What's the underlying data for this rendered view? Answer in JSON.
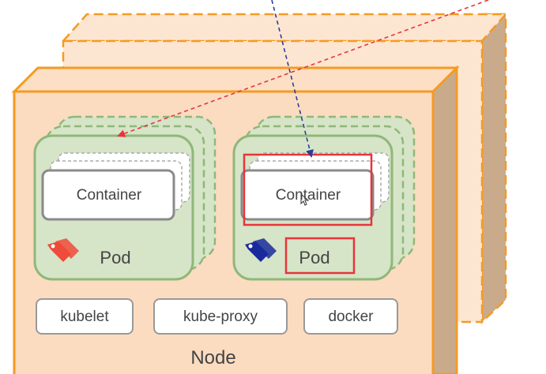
{
  "node": {
    "label": "Node"
  },
  "pods": [
    {
      "label": "Pod",
      "container_label": "Container",
      "tag_color": "#ee4b3a"
    },
    {
      "label": "Pod",
      "container_label": "Container",
      "tag_color": "#1a2a9c"
    }
  ],
  "services": [
    {
      "label": "kubelet"
    },
    {
      "label": "kube-proxy"
    },
    {
      "label": "docker"
    }
  ],
  "colors": {
    "node_fill": "#fbdcc0",
    "node_border": "#f59a23",
    "pod_fill": "#d6e4c8",
    "pod_border": "#8fb878",
    "highlight": "#e8353b",
    "arrow_red": "#e8353b",
    "arrow_blue": "#2a3f9a"
  }
}
